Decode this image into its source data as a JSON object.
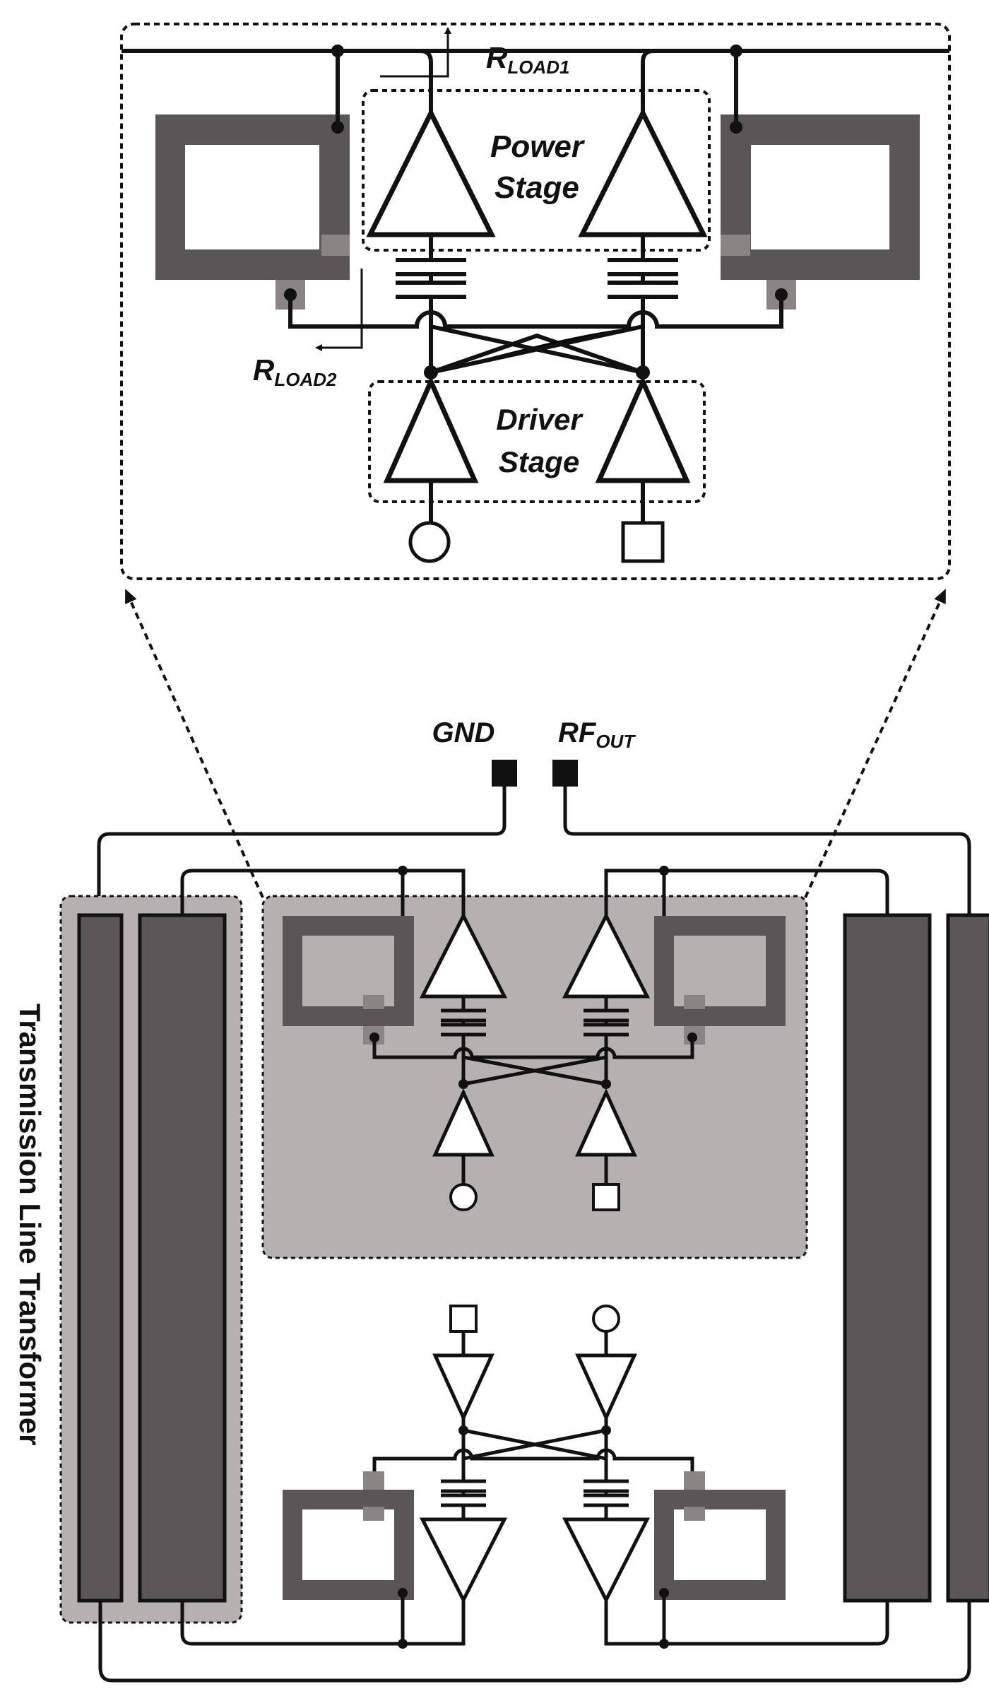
{
  "labels": {
    "rload1": "R",
    "rload1_sub": "LOAD1",
    "rload2": "R",
    "rload2_sub": "LOAD2",
    "power_stage_line1": "Power",
    "power_stage_line2": "Stage",
    "driver_stage_line1": "Driver",
    "driver_stage_line2": "Stage",
    "gnd": "GND",
    "rfout": "RF",
    "rfout_sub": "OUT",
    "transformer": "Transmission Line Transformer"
  },
  "colors": {
    "stroke": "#111111",
    "inductor": "#5a5556",
    "inductor_tap": "#8a8485",
    "tline": "#5b5758",
    "highlight": "#b7b0b1"
  }
}
